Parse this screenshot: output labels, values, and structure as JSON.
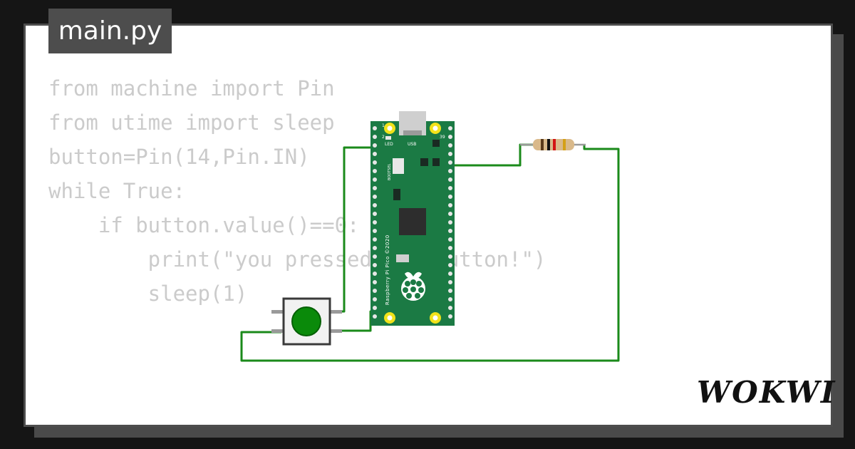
{
  "file_tab": {
    "label": "main.py"
  },
  "code_lines": [
    "from machine import Pin",
    "from utime import sleep",
    "button=Pin(14,Pin.IN)",
    "while True:",
    "    if button.value()==0:",
    "        print(\"you pressed the button!\")",
    "        sleep(1)"
  ],
  "board": {
    "pin1_label": "1",
    "pin2_label": "2",
    "pin39_label": "39",
    "led_label": "LED",
    "usb_label": "USB",
    "bootsel_label": "BOOTSEL",
    "model_label": "Raspberry Pi Pico ©2020"
  },
  "brand": {
    "logo_text": "WOKWI"
  },
  "colors": {
    "board_green": "#1b7a44",
    "wire_green": "#1a8a1a",
    "button_cap": "#0a8a0a",
    "code_text": "#cbcbcb"
  }
}
